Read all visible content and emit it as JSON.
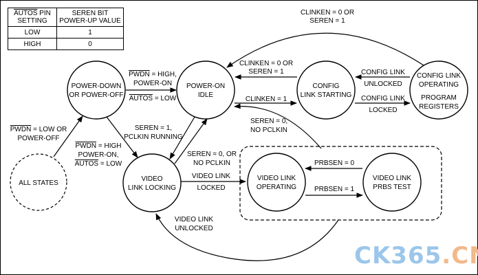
{
  "table": {
    "header_col1_overline": "AUTOS",
    "header_col1_rest": " PIN",
    "header_col1_line2": "SETTING",
    "header_col2_line1": "SEREN BIT",
    "header_col2_line2": "POWER-UP VALUE",
    "rows": [
      {
        "setting": "LOW",
        "value": "1"
      },
      {
        "setting": "HIGH",
        "value": "0"
      }
    ]
  },
  "states": {
    "power_down": [
      "POWER-DOWN",
      "OR POWER-OFF"
    ],
    "power_on_idle": [
      "POWER-ON",
      "IDLE"
    ],
    "config_link_starting": [
      "CONFIG",
      "LINK STARTING"
    ],
    "config_link_operating": [
      "CONFIG LINK",
      "OPERATING",
      "PROGRAM",
      "REGISTERS"
    ],
    "all_states": [
      "ALL STATES"
    ],
    "video_link_locking": [
      "VIDEO",
      "LINK LOCKING"
    ],
    "video_link_operating": [
      "VIDEO LINK",
      "OPERATING"
    ],
    "video_link_prbs_test": [
      "VIDEO LINK",
      "PRBS TEST"
    ]
  },
  "labels": {
    "clinken0_seren1_top": [
      "CLINKEN = 0 OR",
      "SEREN = 1"
    ],
    "clinken0_seren1_mid": [
      "CLINKEN = 0 OR",
      "SEREN = 1"
    ],
    "config_link_unlocked": [
      "CONFIG LINK",
      "UNLOCKED"
    ],
    "clinken1": "CLINKEN = 1",
    "config_link_locked": [
      "CONFIG LINK",
      "LOCKED"
    ],
    "pwdn_high_power_on": {
      "ov": "PWDN",
      "rest": " = HIGH,",
      "line2": "POWER-ON"
    },
    "autos_low_1": {
      "ov": "AUTOS",
      "rest": " = LOW"
    },
    "pwdn_low_power_off": {
      "ov": "PWDN",
      "rest": " = LOW OR",
      "line2": "POWER-OFF"
    },
    "seren1_pclkin": [
      "SEREN = 1,",
      "PCLKIN RUNNING"
    ],
    "seren0_no_pclkin": [
      "SEREN = 0,",
      "NO PCLKIN"
    ],
    "pwdn_high_power_on_2": {
      "ov": "PWDN",
      "rest": " = HIGH",
      "line2": "POWER-ON,"
    },
    "autos_low_2": {
      "ov": "AUTOS",
      "rest": " = LOW"
    },
    "seren0_or_no_pclkin": [
      "SEREN = 0, OR",
      "NO PCLKIN"
    ],
    "video_link_locked": [
      "VIDEO LINK",
      "LOCKED"
    ],
    "prbsen0": "PRBSEN = 0",
    "prbsen1": "PRBSEN = 1",
    "video_link_unlocked": [
      "VIDEO LINK",
      "UNLOCKED"
    ]
  },
  "watermark": {
    "part1": "CK365",
    "part2": ".CN"
  }
}
